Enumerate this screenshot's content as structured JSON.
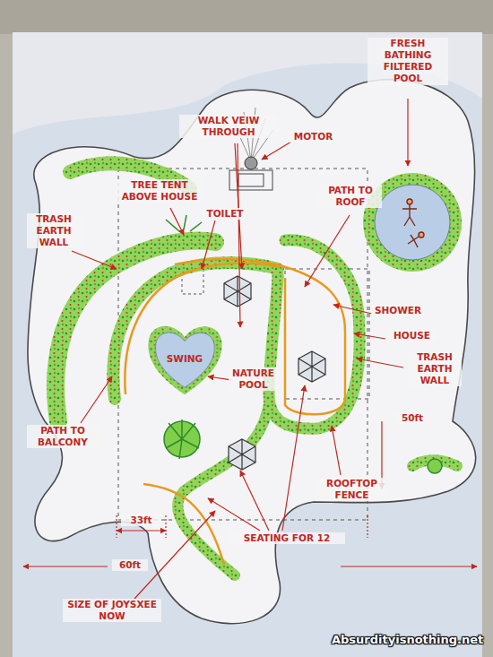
{
  "diagram": {
    "nodes": [
      {
        "text": [
          "SWING"
        ]
      }
    ],
    "labels": [
      "WALK VEIW THROUGH",
      "MOTOR",
      "FRESH BATHING FILTERED POOL",
      "TREE TENT ABOVE HOUSE",
      "TOILET",
      "PATH TO ROOF",
      "TRASH EARTH WALL",
      "SHOWER",
      "HOUSE",
      "TRASH EARTH WALL",
      "NATURE POOL",
      "PATH TO BALCONY",
      "50ft",
      "ROOFTOP FENCE",
      "33ft",
      "60ft",
      "SEATING FOR 12",
      "SIZE OF JOYSXEE NOW",
      "Absurdityisnothing.net"
    ]
  }
}
